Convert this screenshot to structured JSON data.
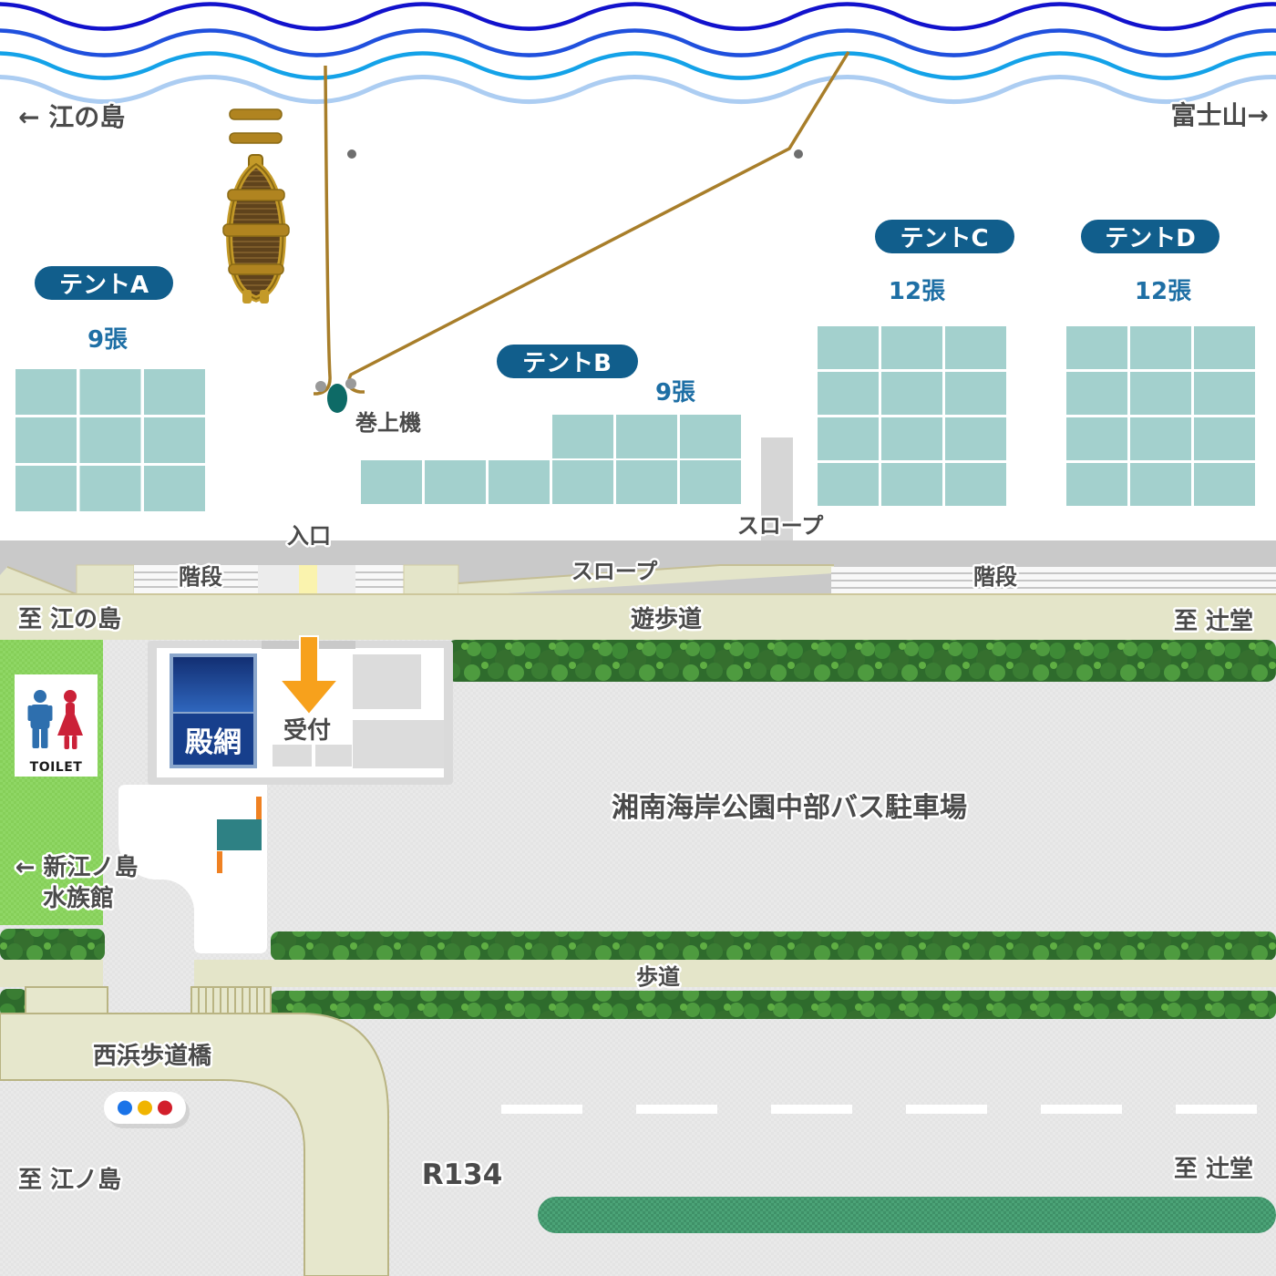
{
  "sea": {
    "left_label": "← 江の島",
    "right_label": "富士山→"
  },
  "tents": [
    {
      "id": "A",
      "label": "テントA",
      "count": "9張"
    },
    {
      "id": "B",
      "label": "テントB",
      "count": "9張"
    },
    {
      "id": "C",
      "label": "テントC",
      "count": "12張"
    },
    {
      "id": "D",
      "label": "テントD",
      "count": "12張"
    }
  ],
  "winch_label": "巻上機",
  "beach_access": {
    "entrance": "入口",
    "stairs_left": "階段",
    "slope_upper": "スロープ",
    "slope_mid": "スロープ",
    "stairs_right": "階段"
  },
  "promenade": {
    "label": "遊歩道",
    "to_left": "至 江の島",
    "to_right": "至 辻堂"
  },
  "facilities": {
    "toilet": "TOILET",
    "net_sign": "殿網",
    "reception": "受付",
    "parking": "湘南海岸公園中部バス駐車場",
    "aquarium_line1": "← 新江ノ島",
    "aquarium_line2": "水族館"
  },
  "road": {
    "sidewalk": "歩道",
    "bridge": "西浜歩道橋",
    "to_left": "至 江ノ島",
    "route": "R134",
    "to_right": "至 辻堂"
  },
  "colors": {
    "wave_dark": "#1212cc",
    "wave_blue": "#2050dd",
    "wave_light": "#14a2e8",
    "wave_pale": "#accdf2",
    "tent_pill": "#115e8c",
    "tent_square": "#a3d0cd",
    "count_text": "#1e6fa5",
    "rope": "#a87e2a",
    "winch": "#0d6a66",
    "promenade_olive": "#e4e5c9",
    "walkway_gray": "#c9c9c9",
    "park_green": "#8dd761",
    "hedge_green": "#2e6b2c",
    "net_sign_navy": "#173f8c",
    "arrow_orange": "#f7a11c",
    "flag_teal": "#2e8184",
    "toilet_man_blue": "#2e6fae",
    "toilet_woman_red": "#cb2138",
    "signal_blue": "#1a73e8",
    "signal_yellow": "#f0b400",
    "signal_red": "#d21f2b",
    "median_green": "#4ba377"
  }
}
